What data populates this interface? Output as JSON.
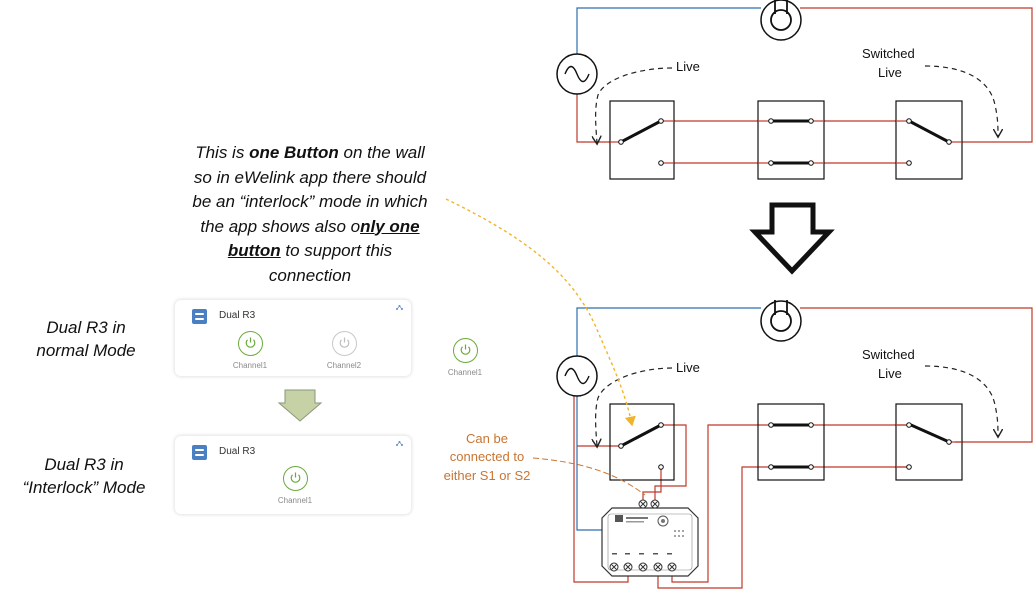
{
  "note": {
    "line1_pre": "This is ",
    "line1_bold": "one Button",
    "line1_post": " on the wall",
    "line2": "so in eWelink app there should",
    "line3": "be an “interlock” mode in which",
    "line4_pre": "the app shows also o",
    "line4_bold": "nly one",
    "line5_bold": "button",
    "line5_post": " to support this",
    "line6": "connection"
  },
  "normal_mode_label": {
    "line1": "Dual R3 in",
    "line2": "normal Mode"
  },
  "interlock_mode_label": {
    "line1": "Dual R3 in",
    "line2": "“Interlock” Mode"
  },
  "card_normal": {
    "title": "Dual R3",
    "channels": [
      {
        "label": "Channel1",
        "on": true
      },
      {
        "label": "Channel2",
        "on": false
      }
    ]
  },
  "card_interlock": {
    "title": "Dual R3",
    "channels": [
      {
        "label": "Channel1",
        "on": true
      }
    ]
  },
  "floating_channel": {
    "label": "Channel1"
  },
  "top_circuit": {
    "live_label": "Live",
    "switched_label_1": "Switched",
    "switched_label_2": "Live"
  },
  "bottom_circuit": {
    "live_label": "Live",
    "switched_label_1": "Switched",
    "switched_label_2": "Live"
  },
  "connection_note": {
    "line1": "Can be",
    "line2": "connected to",
    "line3": "either S1 or S2"
  },
  "colors": {
    "live": "#c0392b",
    "neutral": "#2f6fb0",
    "accent_orange": "#f0b429",
    "label_orange": "#c87533",
    "power_green": "#6aaa3a"
  },
  "icons": [
    "ac-source-icon",
    "lamp-icon",
    "power-icon",
    "down-arrow-icon",
    "module-icon",
    "device-icon",
    "link-icon"
  ]
}
